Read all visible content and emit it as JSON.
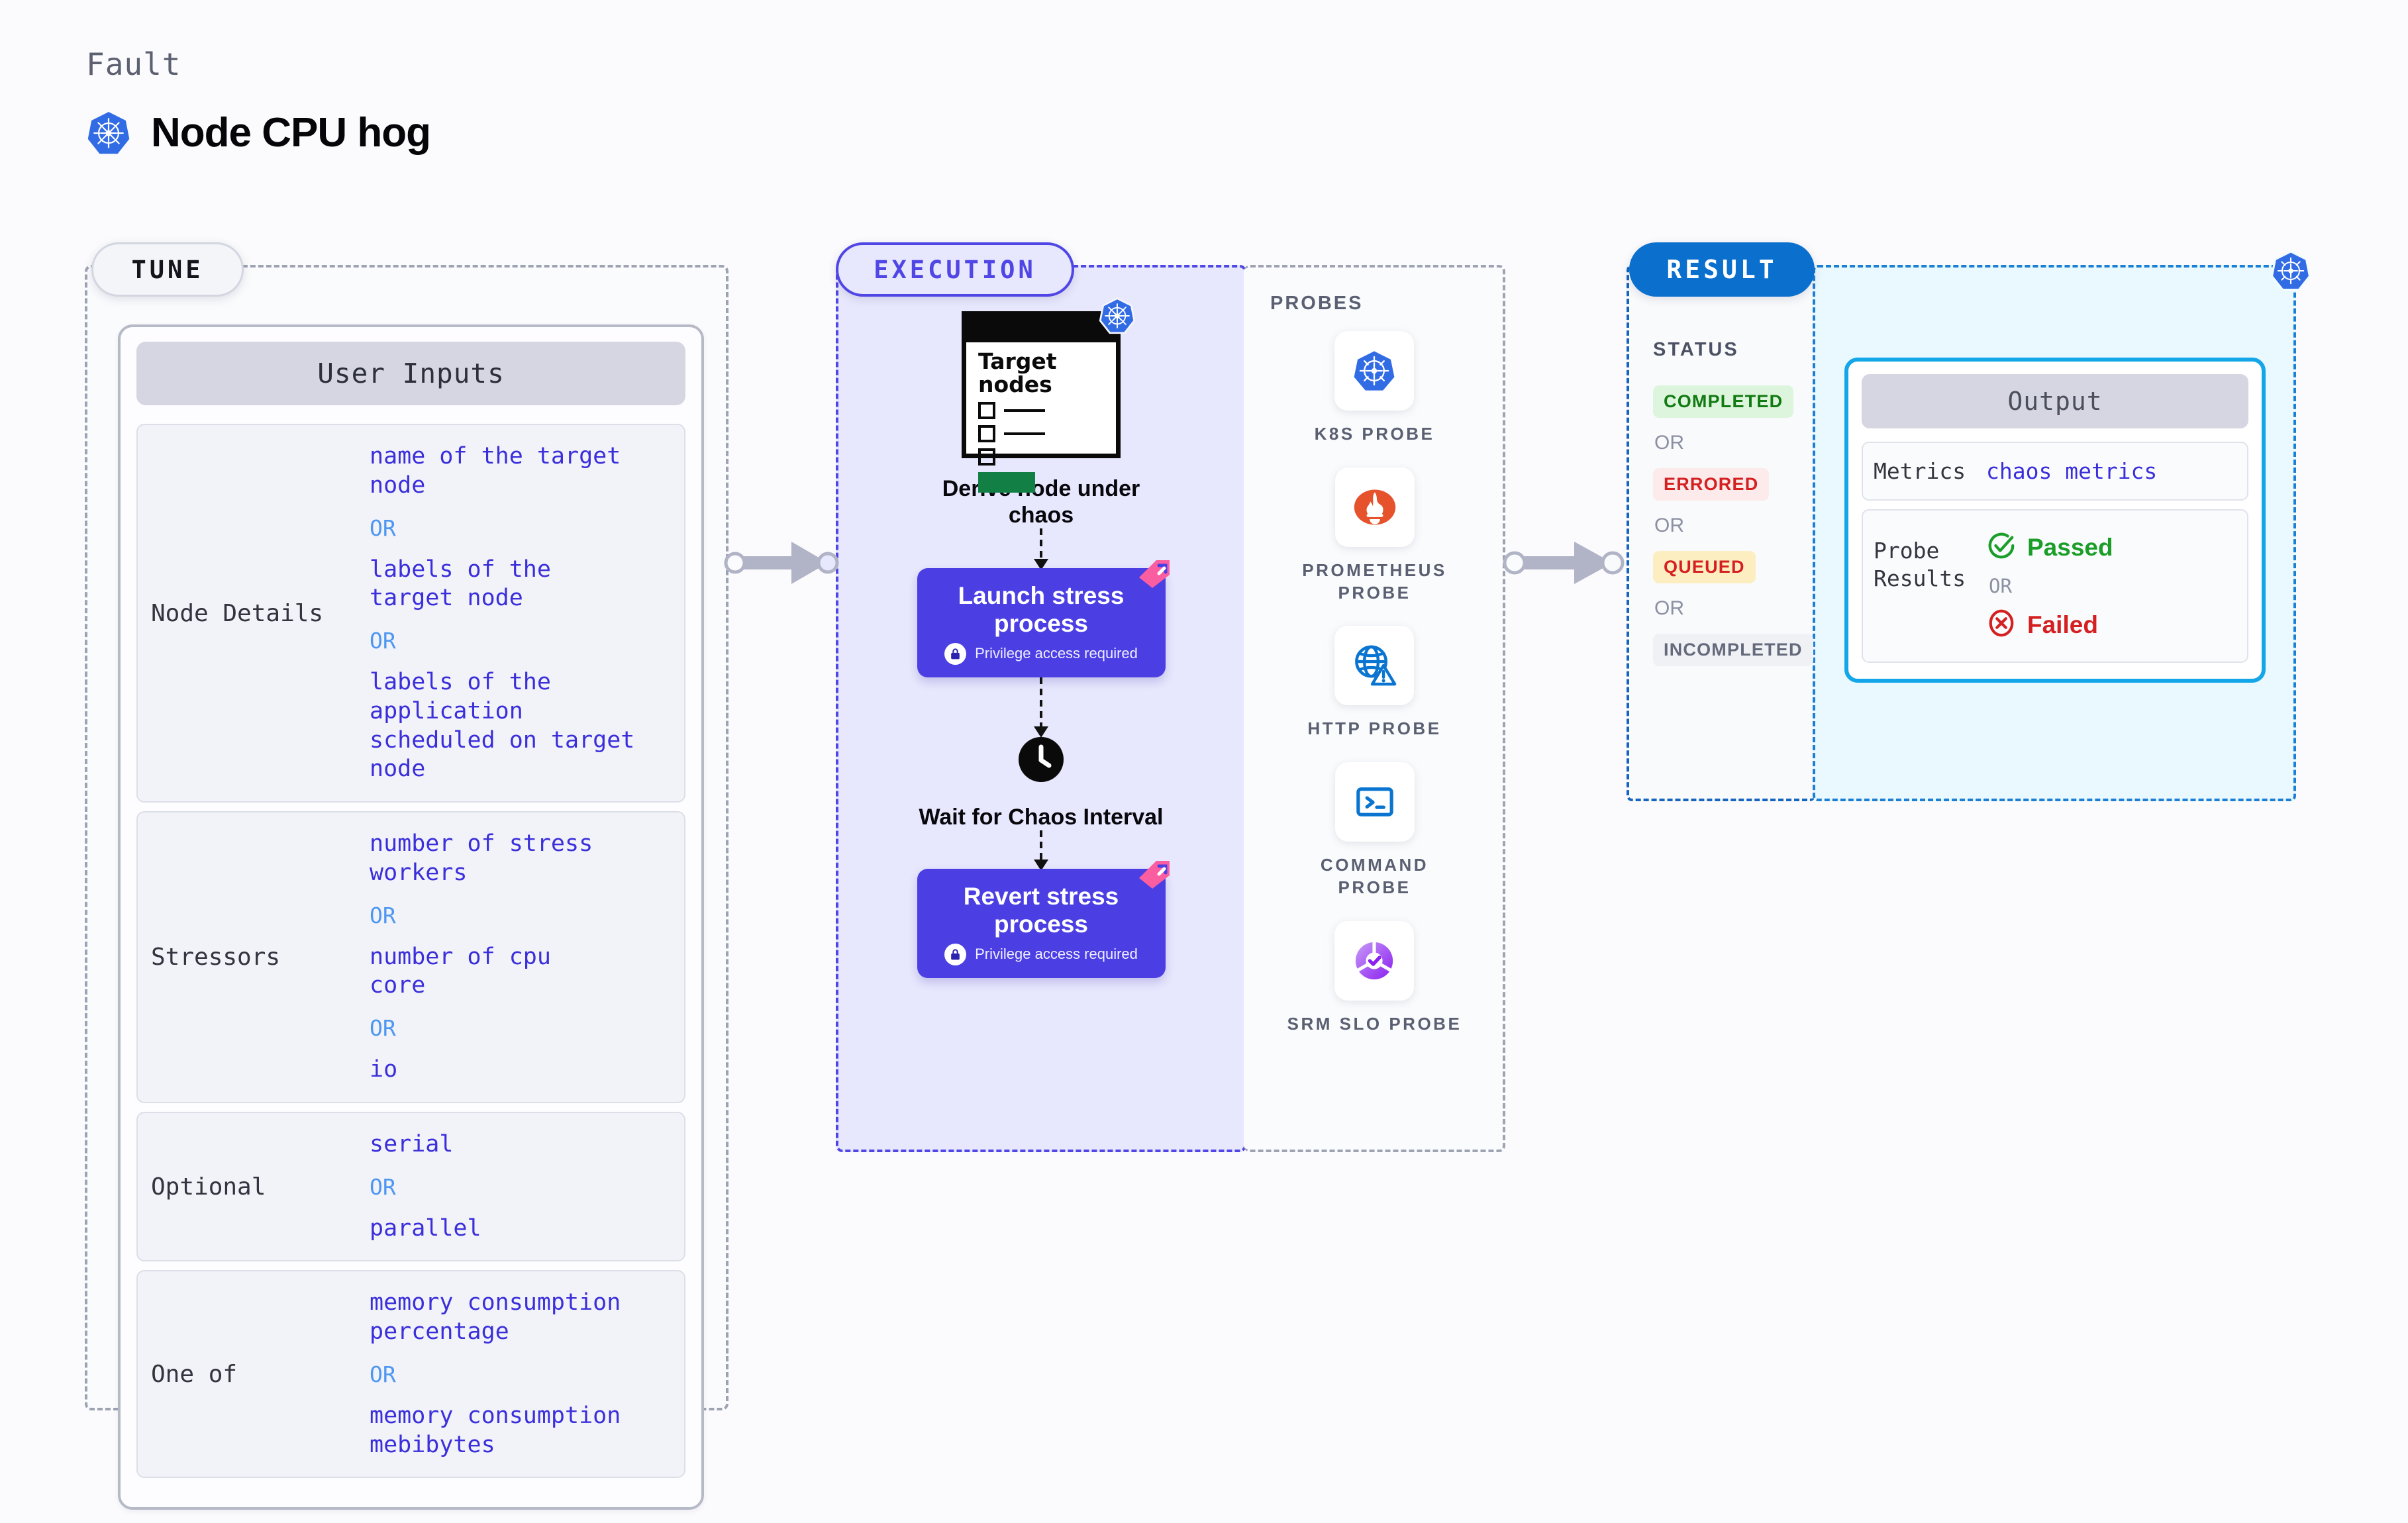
{
  "header": {
    "kicker": "Fault",
    "title": "Node CPU hog",
    "icon": "kubernetes-icon"
  },
  "tune": {
    "chip_label": "TUNE",
    "card_title": "User Inputs",
    "rows": [
      {
        "label": "Node Details",
        "values": [
          "name of the target\nnode",
          "labels of the\ntarget node",
          "labels of the application\n scheduled on target node"
        ],
        "separator": "OR"
      },
      {
        "label": "Stressors",
        "values": [
          "number of stress\nworkers",
          "number of cpu\ncore",
          "io"
        ],
        "separator": "OR"
      },
      {
        "label": "Optional",
        "values": [
          "serial",
          "parallel"
        ],
        "separator": "OR"
      },
      {
        "label": "One of",
        "values": [
          "memory consumption\npercentage",
          "memory consumption\nmebibytes"
        ],
        "separator": "OR"
      }
    ]
  },
  "execution": {
    "chip_label": "EXECUTION",
    "illustration": {
      "heading": "Target\nnodes",
      "icon": "kubernetes-icon"
    },
    "steps": [
      {
        "type": "illustration",
        "caption": "Derive node under chaos"
      },
      {
        "type": "action",
        "title": "Launch stress process",
        "subtitle": "Privilege access required",
        "icon": "lock-icon",
        "badge": "chaos-ribbon-icon"
      },
      {
        "type": "clock",
        "caption": "Wait for Chaos Interval",
        "icon": "clock-icon"
      },
      {
        "type": "action",
        "title": "Revert stress process",
        "subtitle": "Privilege access required",
        "icon": "lock-icon",
        "badge": "chaos-ribbon-icon"
      }
    ]
  },
  "probes": {
    "section_label": "PROBES",
    "items": [
      {
        "name": "K8S PROBE",
        "icon": "kubernetes-icon"
      },
      {
        "name": "PROMETHEUS PROBE",
        "icon": "prometheus-icon"
      },
      {
        "name": "HTTP PROBE",
        "icon": "globe-alert-icon"
      },
      {
        "name": "COMMAND PROBE",
        "icon": "terminal-icon"
      },
      {
        "name": "SRM SLO PROBE",
        "icon": "srm-slo-icon"
      }
    ]
  },
  "result": {
    "chip_label": "RESULT",
    "status_label": "STATUS",
    "separator": "OR",
    "statuses": [
      {
        "label": "COMPLETED",
        "bg": "#ddf5dd",
        "fg": "#117a11"
      },
      {
        "label": "ERRORED",
        "bg": "#fdeaea",
        "fg": "#d42020"
      },
      {
        "label": "QUEUED",
        "bg": "#fdeec1",
        "fg": "#d42020"
      },
      {
        "label": "INCOMPLETED",
        "bg": "#f0f1f5",
        "fg": "#646a7c"
      }
    ]
  },
  "output": {
    "card_title": "Output",
    "badge_icon": "kubernetes-icon",
    "rows": [
      {
        "label": "Metrics",
        "value": "chaos metrics"
      },
      {
        "label": "Probe\nResults",
        "separator": "OR",
        "results": [
          {
            "label": "Passed",
            "icon": "check-circle-icon",
            "color": "#1a9e28"
          },
          {
            "label": "Failed",
            "icon": "x-circle-icon",
            "color": "#d42020"
          }
        ]
      }
    ]
  },
  "colors": {
    "execution_accent": "#4f46e5",
    "result_accent": "#0b6fce",
    "output_accent": "#13a6e8",
    "action_box": "#4b3fe4",
    "value_text": "#3b2fdb",
    "or_text": "#4e97f0"
  }
}
